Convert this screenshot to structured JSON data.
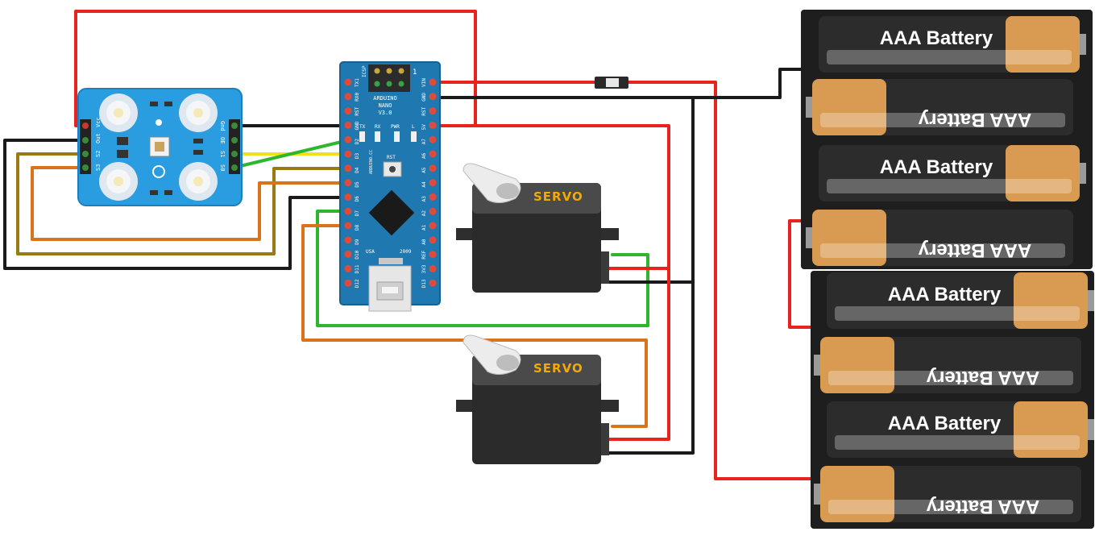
{
  "arduino": {
    "name_line1": "ARDUINO",
    "name_line2": "NANO",
    "name_line3": "V3.0",
    "icsp": "ICSP",
    "tx": "TX",
    "rx": "RX",
    "pwr": "PWR",
    "l": "L",
    "rst": "RST",
    "usa": "USA",
    "year": "2009",
    "cc": "ARDUINO.CC",
    "left_pins": [
      "TX1",
      "RX0",
      "RST",
      "GND",
      "D2",
      "D3",
      "D4",
      "D5",
      "D6",
      "D7",
      "D8",
      "D9",
      "D10",
      "D11",
      "D12"
    ],
    "right_pins": [
      "VIN",
      "GND",
      "RST",
      "5V",
      "A7",
      "A6",
      "A5",
      "A4",
      "A3",
      "A2",
      "A1",
      "A0",
      "REF",
      "3V3",
      "D13"
    ]
  },
  "sensor": {
    "left_labels": [
      "Vcc",
      "Out",
      "S2",
      "S3"
    ],
    "right_labels": [
      "Gnd",
      "OE",
      "S1",
      "S0"
    ]
  },
  "servos": [
    {
      "label": "SERVO"
    },
    {
      "label": "SERVO"
    }
  ],
  "batteries": [
    {
      "label": "AAA Battery"
    },
    {
      "label": "AAA Battery"
    },
    {
      "label": "AAA Battery"
    },
    {
      "label": "AAA Battery"
    },
    {
      "label": "AAA Battery"
    },
    {
      "label": "AAA Battery"
    },
    {
      "label": "AAA Battery"
    },
    {
      "label": "AAA Battery"
    }
  ],
  "colors": {
    "red": "#e8231d",
    "black": "#1a1a1a",
    "green": "#2fb52f",
    "yellow": "#f0e21a",
    "orange": "#d9731c",
    "olive": "#9a7a12",
    "board_blue": "#1f78b0",
    "sensor_blue": "#2a9ce0"
  }
}
